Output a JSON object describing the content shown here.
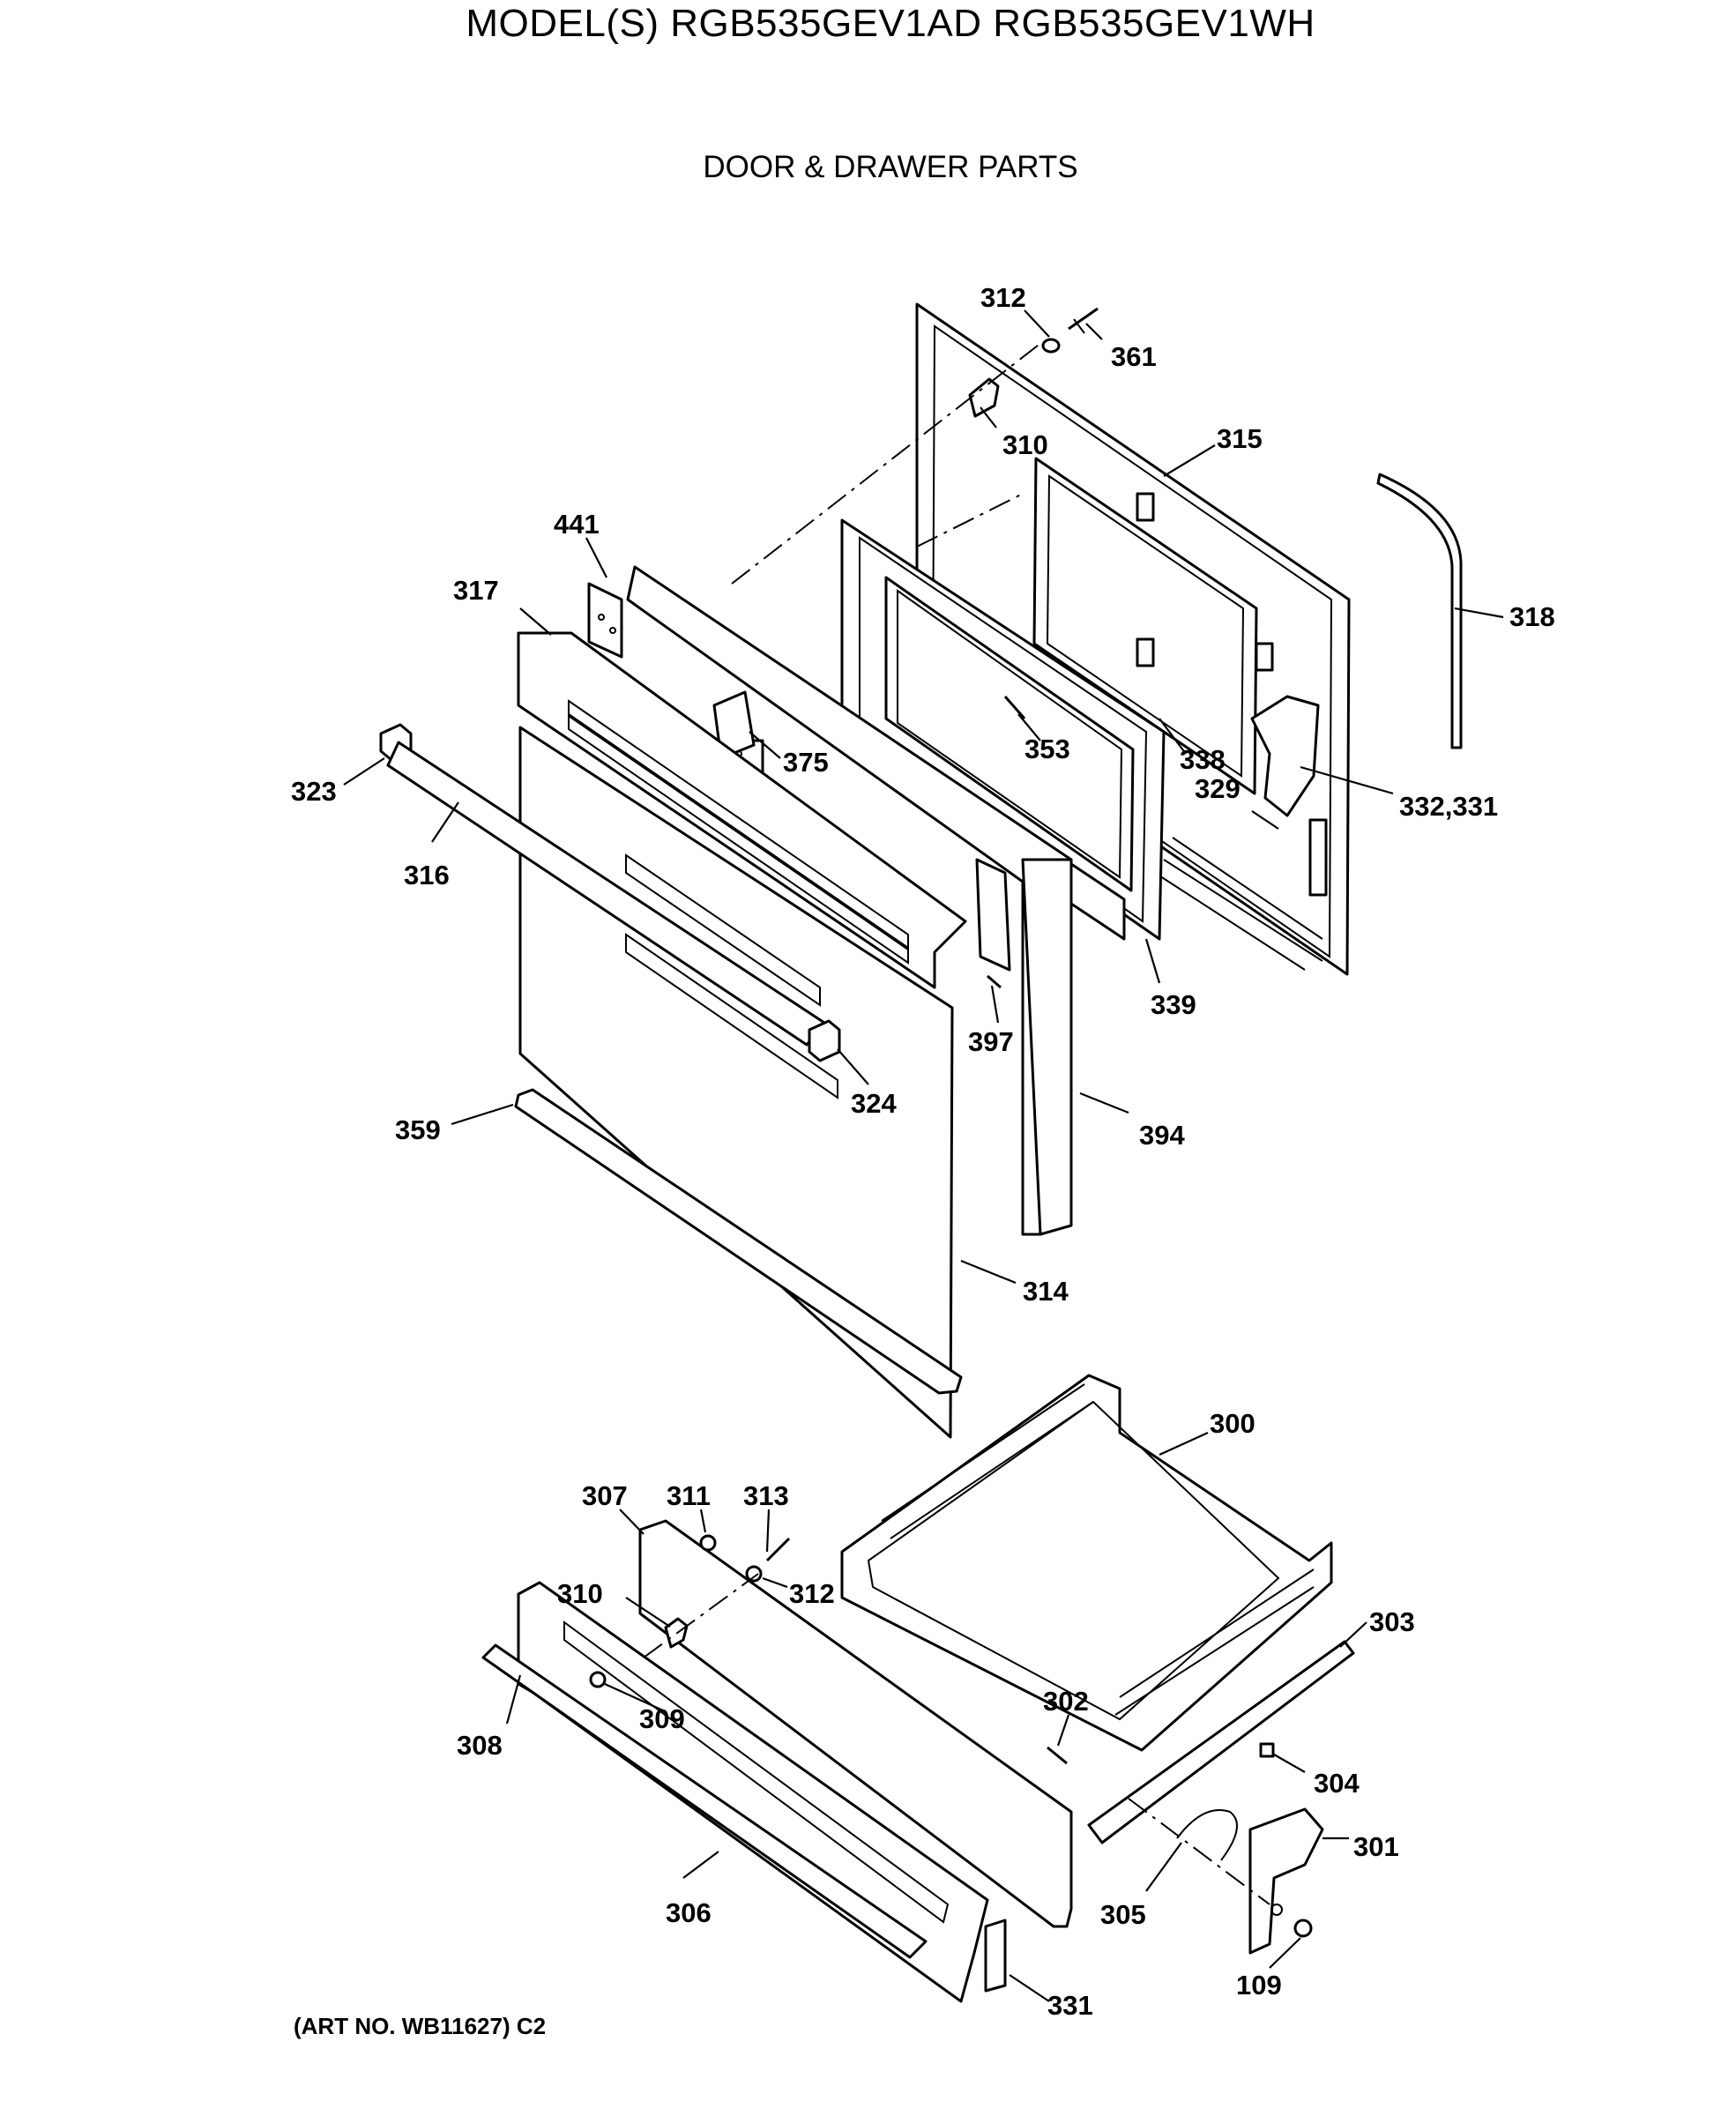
{
  "header": {
    "model_title": "MODEL(S) RGB535GEV1AD  RGB535GEV1WH",
    "section_title": "DOOR & DRAWER PARTS"
  },
  "footer": {
    "art_no": "(ART NO. WB11627) C2"
  },
  "callouts": [
    "312",
    "361",
    "310",
    "315",
    "441",
    "317",
    "318",
    "375",
    "353",
    "338",
    "329",
    "332,331",
    "323",
    "316",
    "339",
    "397",
    "324",
    "359",
    "394",
    "314",
    "300",
    "307",
    "311",
    "313",
    "310",
    "312",
    "303",
    "309",
    "302",
    "308",
    "304",
    "301",
    "305",
    "306",
    "109",
    "331"
  ]
}
